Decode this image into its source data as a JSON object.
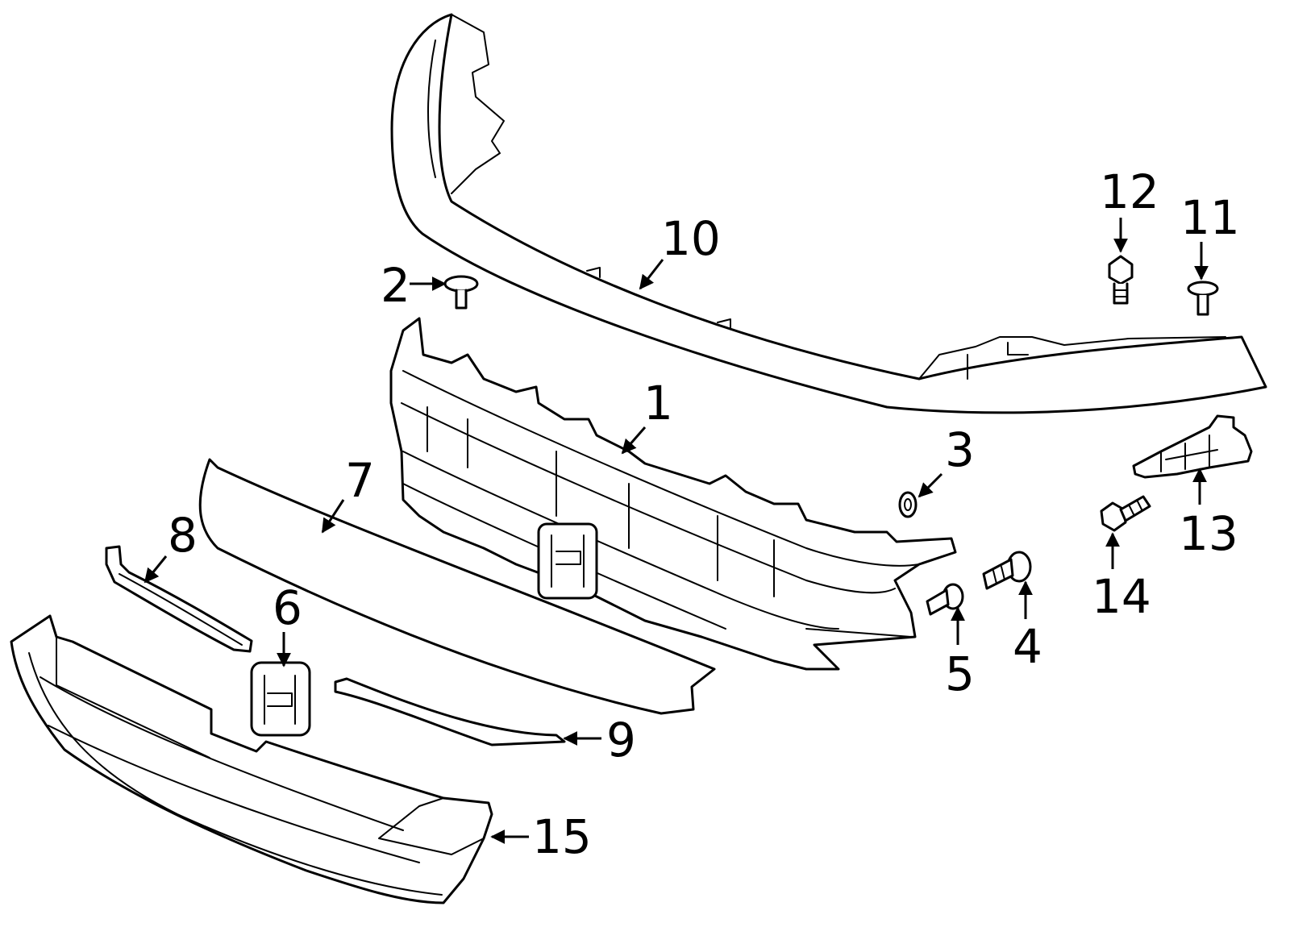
{
  "diagram": {
    "background": "#ffffff",
    "ink": "#000000",
    "callouts": [
      {
        "id": "1",
        "label": "1"
      },
      {
        "id": "2",
        "label": "2"
      },
      {
        "id": "3",
        "label": "3"
      },
      {
        "id": "4",
        "label": "4"
      },
      {
        "id": "5",
        "label": "5"
      },
      {
        "id": "6",
        "label": "6"
      },
      {
        "id": "7",
        "label": "7"
      },
      {
        "id": "8",
        "label": "8"
      },
      {
        "id": "9",
        "label": "9"
      },
      {
        "id": "10",
        "label": "10"
      },
      {
        "id": "11",
        "label": "11"
      },
      {
        "id": "12",
        "label": "12"
      },
      {
        "id": "13",
        "label": "13"
      },
      {
        "id": "14",
        "label": "14"
      },
      {
        "id": "15",
        "label": "15"
      }
    ]
  }
}
